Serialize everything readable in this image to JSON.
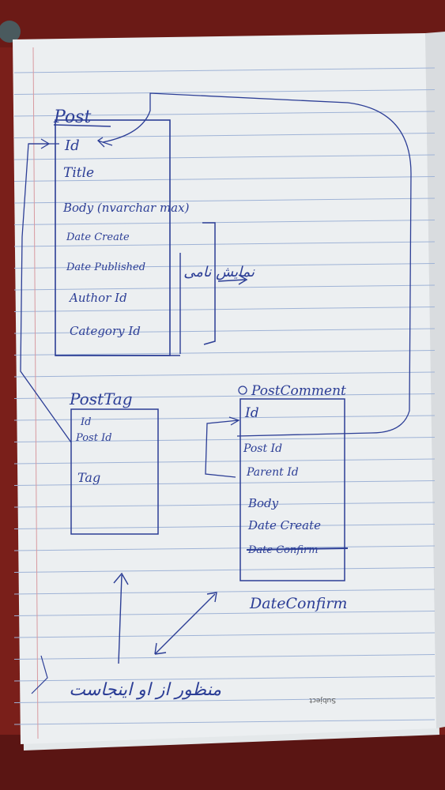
{
  "page": {
    "footer_label": "Subject",
    "ink_color": "#2c3e96",
    "rule_color": "#9fb3d6",
    "margin_line_color": "#d89aa0",
    "paper_color": "#e9ecee",
    "background_color": "#7a1f1a"
  },
  "post": {
    "title": "Post",
    "fields": [
      "Id",
      "Title",
      "Body (nvarchar max)",
      "Date Create",
      "Date Published",
      "Author Id",
      "Category Id"
    ],
    "bracket_note": "نمایش نامی"
  },
  "post_tag": {
    "title": "PostTag",
    "fields": [
      "Id",
      "Post Id",
      "Tag"
    ]
  },
  "post_comment": {
    "title": "PostComment",
    "fields": [
      "Id",
      "Post Id",
      "Parent Id",
      "Body",
      "Date Create",
      "Date Confirm",
      "DateConfirm"
    ]
  },
  "bottom_note": "منظور از او اینجاست"
}
